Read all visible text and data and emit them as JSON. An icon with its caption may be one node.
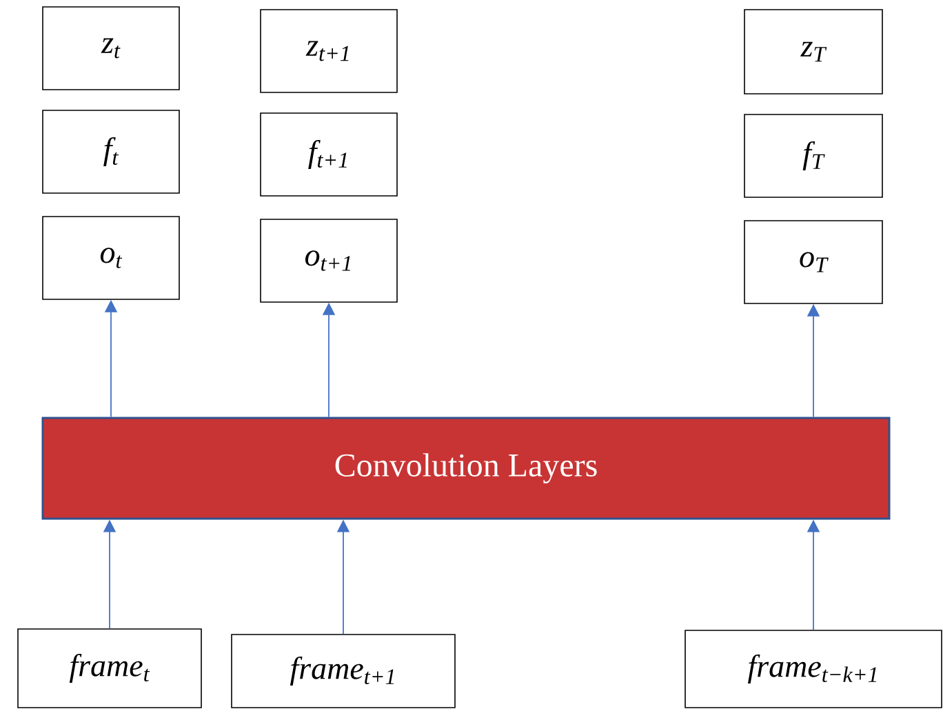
{
  "diagram": {
    "nodes": [
      {
        "text": [
          "z$_{t}$"
        ]
      },
      {
        "text": [
          "z$_{t+1}$"
        ]
      },
      {
        "text": [
          "z$_{T}$"
        ]
      },
      {
        "text": [
          "f$_{t}$"
        ]
      },
      {
        "text": [
          "f$_{t+1}$"
        ]
      },
      {
        "text": [
          "f$_{T}$"
        ]
      },
      {
        "text": [
          "o$_{t}$"
        ]
      },
      {
        "text": [
          "o$_{t+1}$"
        ]
      },
      {
        "text": [
          "o$_{T}$"
        ]
      },
      {
        "text": [
          "Convolution Layers"
        ]
      },
      {
        "text": [
          "frame$_{t}$"
        ]
      },
      {
        "text": [
          "frame$_{t+1}$"
        ]
      },
      {
        "text": [
          "frame$_{t−k+1}$"
        ]
      }
    ],
    "edges": [
      {
        "from": 9,
        "to": 6,
        "arrow": "to"
      },
      {
        "from": 9,
        "to": 7,
        "arrow": "to"
      },
      {
        "from": 9,
        "to": 8,
        "arrow": "to"
      },
      {
        "from": 10,
        "to": 9,
        "arrow": "to"
      },
      {
        "from": 11,
        "to": 9,
        "arrow": "to"
      },
      {
        "from": 12,
        "to": 9,
        "arrow": "to"
      }
    ]
  }
}
